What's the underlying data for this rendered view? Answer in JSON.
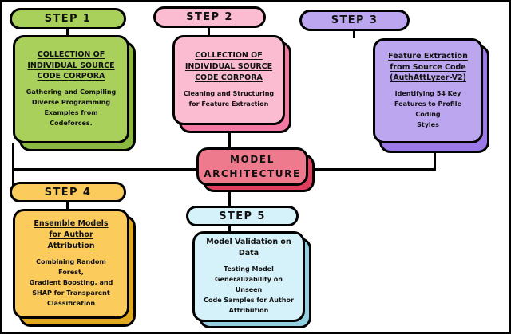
{
  "diagram": {
    "title": "MODEL ARCHITECTURE",
    "hub": {
      "label": "MODEL\nARCHITECTURE",
      "line1": "MODEL",
      "line2": "ARCHITECTURE",
      "fill": "#EE7A8E",
      "shadow": "#E03E5C"
    },
    "steps": [
      {
        "pill": "STEP 1",
        "title": "COLLECTION OF INDIVIDUAL SOURCE CODE CORPORA",
        "title_lines": [
          "COLLECTION OF",
          "INDIVIDUAL SOURCE",
          "CODE CORPORA"
        ],
        "body": "Gathering and Compiling Diverse Programming Examples from Codeforces.",
        "body_lines": [
          "Gathering and Compiling",
          "Diverse Programming",
          "Examples from Codeforces."
        ],
        "fill": "#A8D05A",
        "shadow": "#8AB840"
      },
      {
        "pill": "STEP 2",
        "title": "COLLECTION OF INDIVIDUAL SOURCE CODE CORPORA",
        "title_lines": [
          "COLLECTION OF",
          "INDIVIDUAL SOURCE",
          "CODE CORPORA"
        ],
        "body": "Cleaning and Structuring for Feature Extraction",
        "body_lines": [
          "Cleaning and Structuring",
          "for Feature Extraction"
        ],
        "fill": "#FBBCD2",
        "shadow": "#F478A4"
      },
      {
        "pill": "STEP 3",
        "title": "Feature Extraction from Source Code (AuthAttLyzer-V2)",
        "title_lines": [
          "Feature Extraction",
          "from Source Code",
          "(AuthAttLyzer-V2)"
        ],
        "body": "Identifying 54 Key Features to Profile Coding Styles",
        "body_lines": [
          "Identifying 54 Key",
          "Features to Profile Coding",
          "Styles"
        ],
        "fill": "#BCA6F0",
        "shadow": "#9B79E8"
      },
      {
        "pill": "STEP 4",
        "title": "Ensemble Models for Author Attribution",
        "title_lines": [
          "Ensemble Models",
          "for Author",
          "Attribution"
        ],
        "body": "Combining Random Forest, Gradient Boosting, and SHAP for Transparent Classification",
        "body_lines": [
          "Combining Random Forest,",
          "Gradient Boosting, and",
          "SHAP for Transparent",
          "Classification"
        ],
        "fill": "#FBCB5C",
        "shadow": "#E0A81C"
      },
      {
        "pill": "STEP 5",
        "title": "Model Validation on Data",
        "title_lines": [
          "Model Validation on",
          "Data"
        ],
        "body": "Testing Model Generalizability on Unseen Code Samples for Author Attribution",
        "body_lines": [
          "Testing Model",
          "Generalizability on Unseen",
          "Code Samples for Author",
          "Attribution"
        ],
        "fill": "#D5F2FB",
        "shadow": "#92CFE0"
      }
    ]
  }
}
